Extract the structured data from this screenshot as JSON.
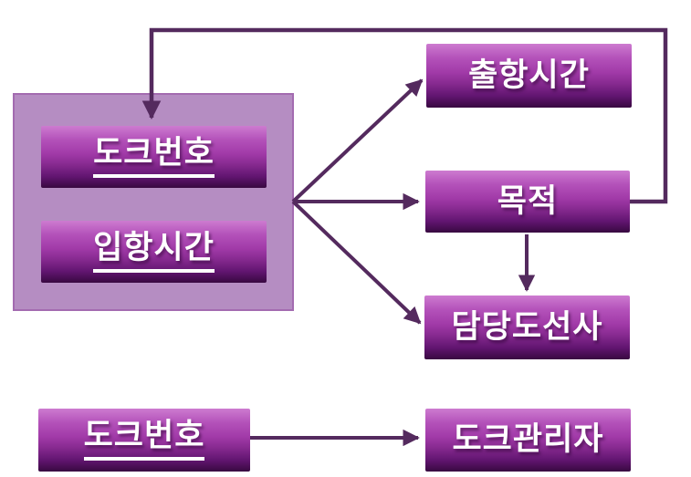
{
  "diagram_type": "functional-dependency-diagram",
  "nodes": {
    "dock_no_top": {
      "label": "도크번호",
      "underlined": true
    },
    "arrival_time": {
      "label": "입항시간",
      "underlined": true
    },
    "departure_time": {
      "label": "출항시간",
      "underlined": false
    },
    "purpose": {
      "label": "목적",
      "underlined": false
    },
    "pilot": {
      "label": "담당도선사",
      "underlined": false
    },
    "dock_no_bottom": {
      "label": "도크번호",
      "underlined": true
    },
    "dock_manager": {
      "label": "도크관리자",
      "underlined": false
    }
  },
  "edges": [
    {
      "from": "key-group (도크번호, 입항시간)",
      "to": "출항시간",
      "style": "arrow"
    },
    {
      "from": "key-group (도크번호, 입항시간)",
      "to": "목적",
      "style": "arrow"
    },
    {
      "from": "key-group (도크번호, 입항시간)",
      "to": "담당도선사",
      "style": "arrow"
    },
    {
      "from": "목적",
      "to": "담당도선사",
      "style": "arrow"
    },
    {
      "from": "목적",
      "to": "도크번호 (feedback loop around top)",
      "style": "arrow"
    },
    {
      "from": "도크번호 (bottom)",
      "to": "도크관리자",
      "style": "arrow"
    }
  ],
  "colors": {
    "background": "#ffffff",
    "box_gradient_top": "#cd7bd0",
    "box_gradient_mid": "#a13aa8",
    "box_gradient_bottom": "#380940",
    "group_fill": "#b58dc2",
    "group_border": "#a36bb0",
    "arrow": "#542a5e",
    "text": "#ffffff"
  }
}
